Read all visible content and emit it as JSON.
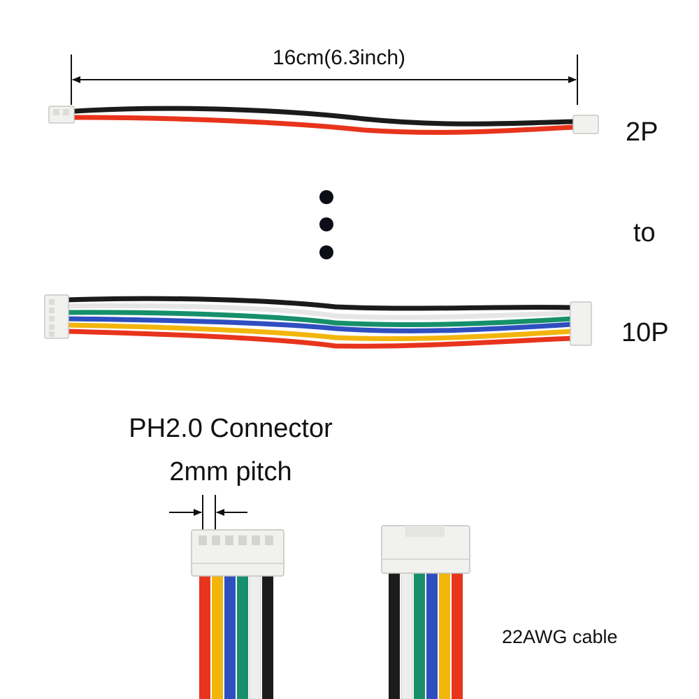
{
  "length_label": "16cm(6.3inch)",
  "pin_labels": {
    "min": "2P",
    "between": "to",
    "max": "10P"
  },
  "connector": {
    "title": "PH2.0 Connector",
    "pitch": "2mm pitch"
  },
  "cable_label": "22AWG cable",
  "colors": {
    "black": "#1b1b1b",
    "red": "#e8341c",
    "white": "#eeeeee",
    "green": "#15906a",
    "blue": "#2f4fc0",
    "yellow": "#f2b50c",
    "connector_body": "#f1f1ef",
    "dimension_line": "#111111"
  },
  "icons": [
    "dimension-arrow-icon",
    "ellipsis-dot-icon",
    "pitch-arrow-icon"
  ]
}
